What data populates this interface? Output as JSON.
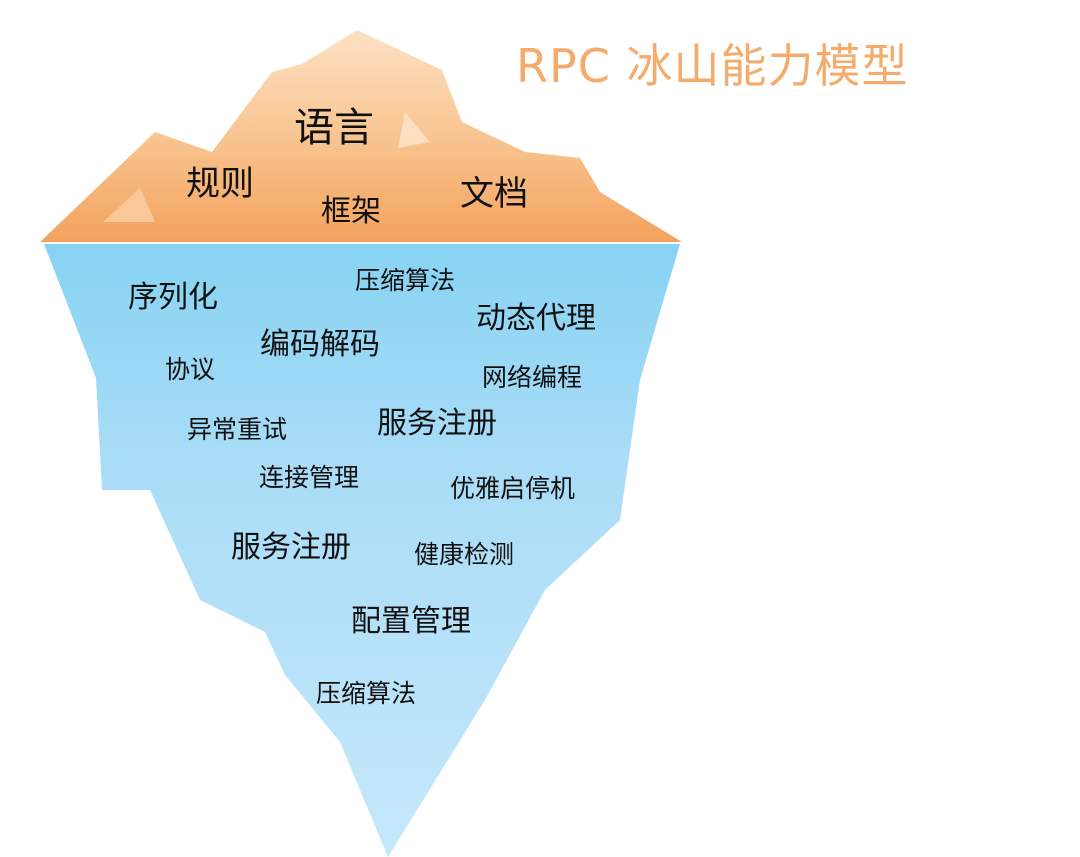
{
  "title": "RPC 冰山能力模型",
  "above_water": {
    "language": "语言",
    "rules": "规则",
    "framework": "框架",
    "docs": "文档"
  },
  "below_water": {
    "serialization": "序列化",
    "compression_top": "压缩算法",
    "dynamic_proxy": "动态代理",
    "codec": "编码解码",
    "protocol": "协议",
    "network_programming": "网络编程",
    "retry": "异常重试",
    "service_registration_1": "服务注册",
    "connection_management": "连接管理",
    "graceful_shutdown": "优雅启停机",
    "service_registration_2": "服务注册",
    "health_check": "健康检测",
    "config_management": "配置管理",
    "compression_bottom": "压缩算法"
  },
  "colors": {
    "title": "#f5ab6b",
    "iceberg_top_light": "#fde1c4",
    "iceberg_top_dark": "#f3a35e",
    "iceberg_bottom_top": "#87d3f3",
    "iceberg_bottom_bottom": "#c5e8fb",
    "text": "#111111"
  }
}
